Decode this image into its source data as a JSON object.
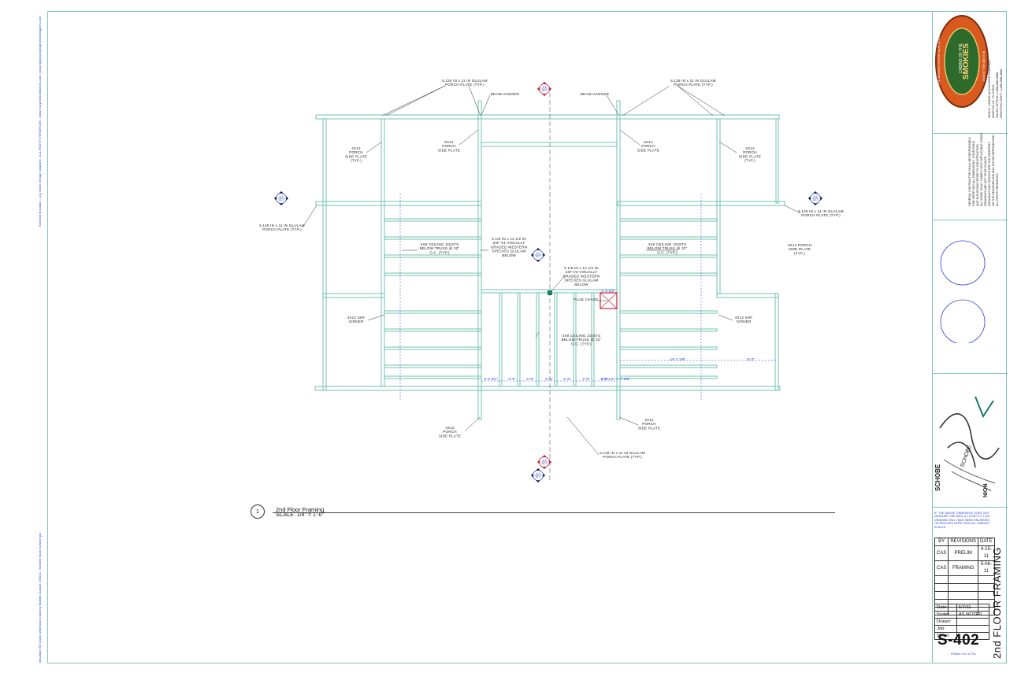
{
  "side_left": {
    "credit_top": "Emerald Mountain - Log Home Design Solutions - ALL RIGHTS RESERVED - www.Cozyemeraldhomes.com | www.highcountryloghomedesigners.com",
    "credit_bottom": "Mountain HD Cabin Wholesale Chancey Bartlett Custom 2/15/11 - Schober Mark Schober.pln"
  },
  "drawing": {
    "notes": {
      "glulam_tl": [
        "5.125 IN x 11 IN GLULAM",
        "PORCH PLATE (TYP.)"
      ],
      "glulam_tr": [
        "5.125 IN x 11 IN GLULAM",
        "PORCH PLATE (TYP.)"
      ],
      "beam_hanger_l": "BEAM HANGER",
      "beam_hanger_r": "BEAM HANGER",
      "porch_side_l": [
        "6X12",
        "PORCH",
        "SIDE PLATE"
      ],
      "porch_side_r": [
        "6X12",
        "PORCH",
        "SIDE PLATE"
      ],
      "porch_side_typ_l": [
        "4X12",
        "PORCH",
        "SIDE PLATE",
        "(TYP.)"
      ],
      "porch_side_typ_r": [
        "4X12",
        "PORCH",
        "SIDE PLATE",
        "(TYP.)"
      ],
      "glulam_ml": [
        "5.125 IN x 11 IN GLULAM",
        "PORCH PLATE (TYP.)"
      ],
      "glulam_mr": [
        "5.125 IN x 11 IN GLULAM",
        "PORCH PLATE (TYP.)"
      ],
      "porch_side_mr": [
        "4X12 PORCH",
        "SIDE PLATE",
        "(TYP.)"
      ],
      "joists_l": [
        "4X8 CEILING JOISTS",
        "BELOW TRUSS @ 32\"",
        "O.C. (TYP.)"
      ],
      "joists_r": [
        "4X8 CEILING JOISTS",
        "BELOW TRUSS @ 32\"",
        "O.C. (TYP.)"
      ],
      "joists_c": [
        "4X8 CEILING JOISTS",
        "BELOW TRUSS @ 32\"",
        "O.C. (TYP.)"
      ],
      "beam_cl": [
        "5 1/8 IN x 12 1/2 IN",
        "24F-V4 VISUALLY",
        "GRADED WESTERN",
        "SPECIES GLULAM",
        "BELOW"
      ],
      "beam_cc": [
        "5 1/8 IN x 12 1/2 IN",
        "24F-V4 VISUALLY",
        "GRADED WESTERN",
        "SPECIES GLULAM",
        "BELOW"
      ],
      "girder_l": [
        "4X12 SHF",
        "GIRDER"
      ],
      "girder_r": [
        "4X12 SHF",
        "GIRDER"
      ],
      "flue_chase": "FLUE CHASE",
      "porch_side_bl": [
        "4X12",
        "PORCH",
        "SIDE PLATE"
      ],
      "porch_side_br": [
        "4X12",
        "PORCH",
        "SIDE PLATE"
      ],
      "glulam_b": [
        "5.125 IN x 11 IN GLULAM",
        "PORCH PLATE (TYP.)"
      ]
    },
    "dims": {
      "bottom": [
        "2'-0 3/4\"",
        "2'-8\"",
        "2'-8\"",
        "2'-8\"",
        "2'-8\"",
        "2'-8\"",
        "2'-8\"",
        "2'-0 1/2\"",
        "1'-7 1/8\""
      ],
      "right_run": [
        "14'-1 1/8\"",
        "8'-3\""
      ],
      "chase": "1'-4 1/2\""
    },
    "markers": {
      "top": [
        "A-6",
        "A2 1"
      ],
      "left": [
        "A-5",
        "A2 1"
      ],
      "right": [
        "A-5",
        "A2 1"
      ],
      "center": [
        "A-6",
        "A2 1"
      ],
      "bottom_a": [
        "A-6",
        "A2 1"
      ],
      "bottom_b": [
        "A-5",
        "A2 1"
      ]
    }
  },
  "caption": {
    "number": "1",
    "title": "2nd Floor Framing",
    "scale": "SCALE: 1/4\" = 1'-0\""
  },
  "title_block": {
    "logo": {
      "ring_top": "DOING THE BIGGEST IS NOT OUR GOAL",
      "ring_bottom": "DOING THE BEST IS",
      "brand_small": "CABINS OF THE",
      "brand": "SMOKIES"
    },
    "company_lines": [
      "3905 E. LAMAR ALEXANDER PARKWAY",
      "MARYVILLE, TN 37804",
      "SALES OFFICE 1-888-888-8888",
      "DRAFTING DEPT. 1-888-888-8888"
    ],
    "disclaimer_lines": [
      "GENERAL CONTRACTOR SHALL BE RESPONSIBLE",
      "FOR VERIFYING ALL DIMENSIONS, CONDITIONS",
      "AND ELEVATIONS PRIOR TO CONSTRUCTION.",
      "ALL WORK SHALL COMPLY WITH APPLICABLE CODES",
      "DRAWINGS ARE NOT TO BE SCALED.",
      "DRAWINGS AND DESIGNS ARE THE PROPERTY",
      "OF THE DESIGNER AND MAY NOT BE REPRODUCED.",
      "ALL RIGHTS RESERVED."
    ],
    "designer_logo_text": [
      "SCHOBE",
      "SCHOBE",
      "NION"
    ],
    "scale_note": "IF THE ABOVE DIMENSION DOES NOT MEASURE ONE INCH (1\") EXACTLY, THIS DRAWING WILL HAVE BEEN ENLARGED OR REDUCED AFFECTING ALL LABELED SCALES.",
    "revisions_header": [
      "BY",
      "REVISIONS",
      "DATE"
    ],
    "revisions": [
      [
        "CAS",
        "PRELIM",
        "4-15-11"
      ],
      [
        "CAS",
        "FRAMING",
        "5-06-11"
      ]
    ],
    "info": [
      [
        "Date:",
        "5/7/11"
      ],
      [
        "Scale:",
        "AS NOTED"
      ],
      [
        "Drawn:",
        ""
      ],
      [
        "Job:",
        ""
      ],
      [
        "Sheet",
        ""
      ]
    ],
    "sheet_number": "S-402",
    "plotted_on": "Plotted On:   5/7/11",
    "sheet_title": "2nd FLOOR FRAMING"
  },
  "colors": {
    "framing": "#7fc6b8",
    "dimension": "#2a3fd8",
    "marker_red": "#c8102e",
    "logo_orange": "#d85a1f",
    "logo_green": "#2e6b2a"
  }
}
